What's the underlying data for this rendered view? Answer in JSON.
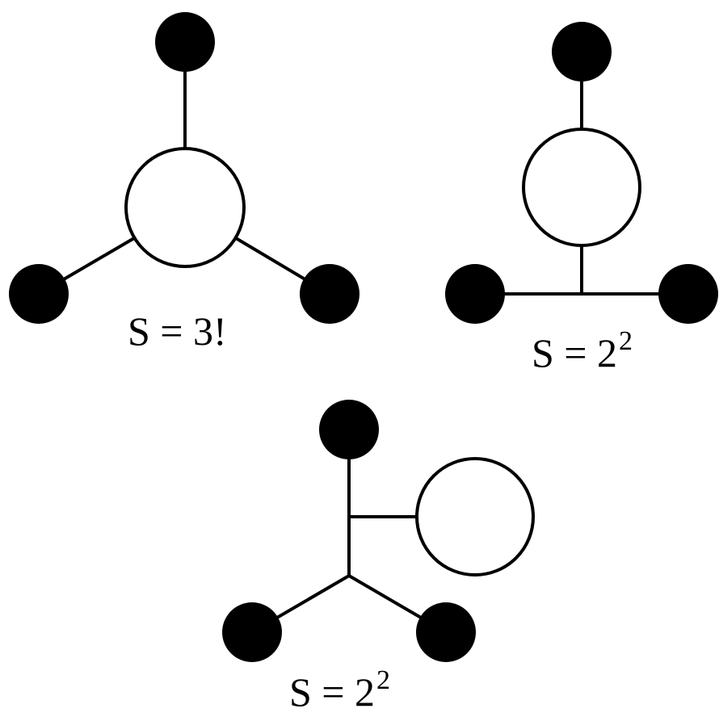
{
  "diagrams": [
    {
      "id": "tadpole-star",
      "label": {
        "text": "S = 3!"
      }
    },
    {
      "id": "tadpole-tee",
      "label": {
        "text": "S = 2",
        "exponent": "2"
      }
    },
    {
      "id": "tadpole-side",
      "label": {
        "text": "S = 2",
        "exponent": "2"
      }
    }
  ],
  "colors": {
    "line": "#000000",
    "vertex_fill": "#000000",
    "loop_fill": "#ffffff",
    "background": "#ffffff"
  }
}
